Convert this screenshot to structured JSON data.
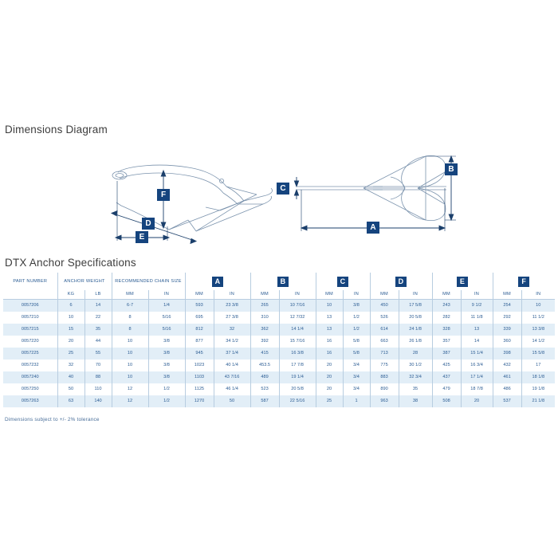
{
  "diagram": {
    "title": "Dimensions Diagram",
    "badges": [
      "F",
      "D",
      "E",
      "C",
      "B",
      "A"
    ]
  },
  "table": {
    "title": "DTX Anchor Specifications",
    "footnote": "Dimensions subject to +/- 2% tolerance",
    "group_headers": [
      "PART NUMBER",
      "ANCHOR WEIGHT",
      "RECOMMENDED CHAIN SIZE"
    ],
    "dimension_badges": [
      "A",
      "B",
      "C",
      "D",
      "E",
      "F"
    ],
    "unit_headers": {
      "weight": [
        "KG",
        "LB"
      ],
      "chain": [
        "MM",
        "IN"
      ],
      "dimension": [
        "MM",
        "IN"
      ]
    },
    "columns": [
      "PART NUMBER",
      "KG",
      "LB",
      "MM",
      "IN",
      "A MM",
      "A IN",
      "B MM",
      "B IN",
      "C MM",
      "C IN",
      "D MM",
      "D IN",
      "E MM",
      "E IN",
      "F MM",
      "F IN"
    ],
    "rows": [
      [
        "0057206",
        "6",
        "14",
        "6-7",
        "1/4",
        "593",
        "23 3/8",
        "265",
        "10 7/16",
        "10",
        "3/8",
        "450",
        "17 5/8",
        "243",
        "9 1/2",
        "254",
        "10"
      ],
      [
        "0057210",
        "10",
        "22",
        "8",
        "5/16",
        "695",
        "27 3/8",
        "310",
        "12 7/32",
        "13",
        "1/2",
        "526",
        "20 5/8",
        "282",
        "11 1/8",
        "292",
        "11 1/2"
      ],
      [
        "0057215",
        "15",
        "35",
        "8",
        "5/16",
        "812",
        "32",
        "362",
        "14 1/4",
        "13",
        "1/2",
        "614",
        "24 1/8",
        "328",
        "13",
        "339",
        "13 3/8"
      ],
      [
        "0057220",
        "20",
        "44",
        "10",
        "3/8",
        "877",
        "34 1/2",
        "392",
        "15 7/16",
        "16",
        "5/8",
        "663",
        "26 1/8",
        "357",
        "14",
        "360",
        "14 1/2"
      ],
      [
        "0057225",
        "25",
        "55",
        "10",
        "3/8",
        "945",
        "37 1/4",
        "415",
        "16 3/8",
        "16",
        "5/8",
        "713",
        "28",
        "387",
        "15 1/4",
        "398",
        "15 5/8"
      ],
      [
        "0057232",
        "32",
        "70",
        "10",
        "3/8",
        "1023",
        "40 1/4",
        "453.5",
        "17 7/8",
        "20",
        "3/4",
        "775",
        "30 1/2",
        "425",
        "16 3/4",
        "432",
        "17"
      ],
      [
        "0057240",
        "40",
        "88",
        "10",
        "3/8",
        "1103",
        "43 7/16",
        "489",
        "19 1/4",
        "20",
        "3/4",
        "883",
        "32 3/4",
        "437",
        "17 1/4",
        "461",
        "18 1/8"
      ],
      [
        "0057250",
        "50",
        "110",
        "12",
        "1/2",
        "1125",
        "46 1/4",
        "523",
        "20 5/8",
        "20",
        "3/4",
        "890",
        "35",
        "479",
        "18 7/8",
        "486",
        "19 1/8"
      ],
      [
        "0057263",
        "63",
        "140",
        "12",
        "1/2",
        "1270",
        "50",
        "587",
        "22 5/16",
        "25",
        "1",
        "963",
        "38",
        "508",
        "20",
        "537",
        "21 1/8"
      ]
    ]
  },
  "colors": {
    "badge_bg": "#15447e",
    "text_blue": "#2b5c93",
    "row_stripe": "#e2eef7",
    "line": "#6b87a8"
  }
}
